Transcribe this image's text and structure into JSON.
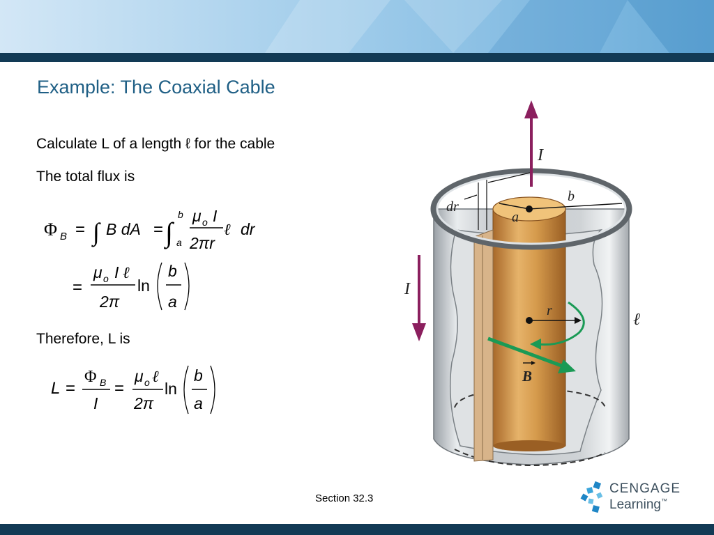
{
  "slide": {
    "title": "Example: The Coaxial Cable",
    "bullets": [
      "Calculate L of a length ℓ for the cable",
      "The total flux is",
      "Therefore, L is"
    ],
    "footer": "Section  32.3"
  },
  "equations": {
    "flux": {
      "phi": "Φ",
      "sub_b": "B",
      "equals": "=",
      "integral": "∫",
      "b_da": "B dA",
      "upper": "b",
      "lower": "a",
      "mu": "μ",
      "sub_o": "o",
      "current": "I",
      "ell": "ℓ",
      "two_pi_r": "2πr",
      "dr": "dr"
    },
    "flux_result": {
      "equals": "=",
      "mu": "μ",
      "sub_o": "o",
      "current": "I",
      "ell": "ℓ",
      "two_pi": "2π",
      "ln": "ln",
      "b": "b",
      "a": "a"
    },
    "inductance": {
      "L": "L",
      "equals": "=",
      "phi": "Φ",
      "sub_b": "B",
      "current": "I",
      "mu": "μ",
      "sub_o": "o",
      "ell": "ℓ",
      "two_pi": "2π",
      "ln": "ln",
      "b": "b",
      "a": "a"
    }
  },
  "figure": {
    "labels": {
      "current_up": "I",
      "current_down": "I",
      "dr": "dr",
      "a": "a",
      "b": "b",
      "r": "r",
      "ell": "ℓ",
      "field_vector": "B"
    },
    "colors": {
      "current_arrow": "#8b1f5e",
      "field_arrow": "#1a9a55",
      "inner_conductor": "#c98a3a",
      "outer_shell": "#b9bec3"
    }
  },
  "logo": {
    "brand_line1": "CENGAGE",
    "brand_line2": "Learning",
    "trademark": "™"
  },
  "theme": {
    "title_color": "#1f5f85",
    "banner_light": "#bfdaf0",
    "banner_dark": "#123a55"
  }
}
